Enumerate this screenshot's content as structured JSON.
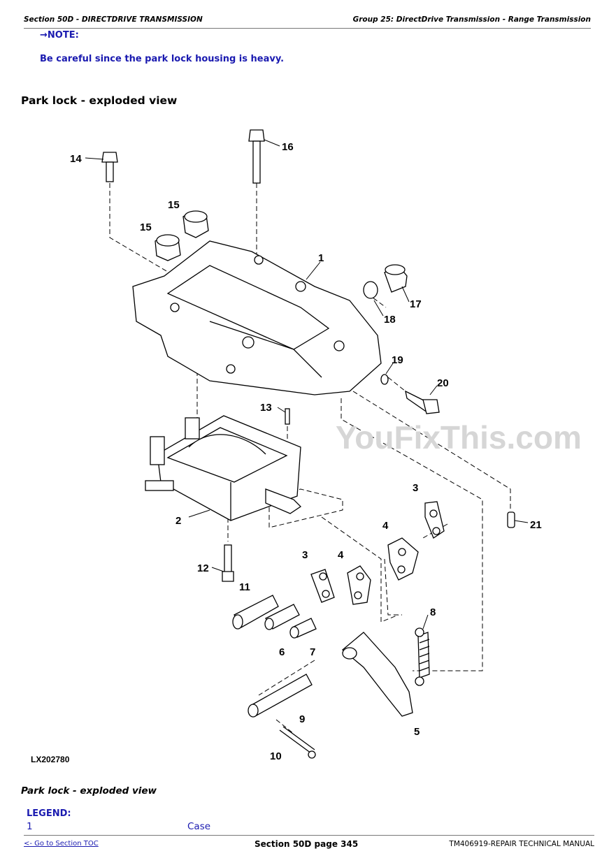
{
  "header": {
    "section": "Section 50D - DIRECTDRIVE TRANSMISSION",
    "group": "Group 25: DirectDrive Transmission - Range Transmission"
  },
  "note": {
    "label": "→NOTE:",
    "text": "Be careful since the park lock housing is heavy."
  },
  "title": "Park lock - exploded view",
  "figure": {
    "id": "LX202780",
    "watermark": "YouFixThis.com",
    "callouts": [
      "14",
      "16",
      "15",
      "15",
      "1",
      "17",
      "18",
      "19",
      "20",
      "13",
      "2",
      "21",
      "3",
      "4",
      "3",
      "4",
      "12",
      "11",
      "8",
      "6",
      "7",
      "9",
      "5",
      "10"
    ]
  },
  "caption": "Park lock - exploded view",
  "legend": {
    "heading": "LEGEND:",
    "items": [
      {
        "number": "1",
        "description": "Case"
      }
    ]
  },
  "footer": {
    "toc_link": "<- Go to Section TOC",
    "page": "Section 50D page 345",
    "manual": "TM406919-REPAIR TECHNICAL MANUAL"
  },
  "colors": {
    "accent": "#1a1ab0"
  }
}
